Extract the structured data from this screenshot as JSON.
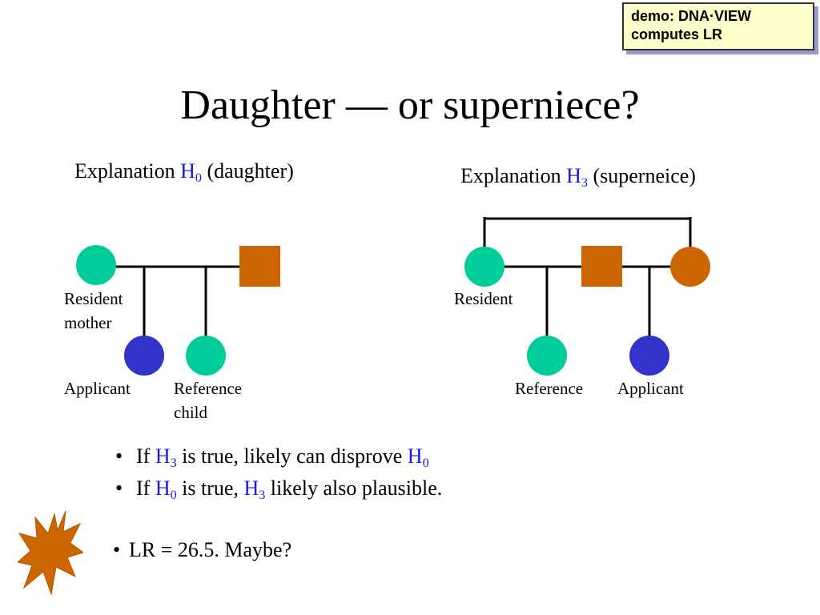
{
  "demo_note": {
    "line1": "demo: DNA·VIEW",
    "line2": "computes LR"
  },
  "title": "Daughter — or superniece?",
  "left": {
    "heading_prefix": "Explanation ",
    "heading_h": "H",
    "heading_sub": "0",
    "heading_suffix": " (daughter)",
    "labels": {
      "resident_mother_line1": "Resident",
      "resident_mother_line2": "mother",
      "applicant": "Applicant",
      "reference_line1": "Reference",
      "reference_line2": "child"
    }
  },
  "right": {
    "heading_prefix": "Explanation ",
    "heading_h": "H",
    "heading_sub": "3",
    "heading_suffix": " (superneice)",
    "labels": {
      "resident": "Resident",
      "reference": "Reference",
      "applicant": "Applicant"
    }
  },
  "bullets": [
    {
      "dot": "•",
      "t1": "If ",
      "h1": "H",
      "s1": "3",
      "t2": " is true, likely can disprove ",
      "h2": "H",
      "s2": "0",
      "t3": ""
    },
    {
      "dot": "•",
      "t1": "If ",
      "h1": "H",
      "s1": "0",
      "t2": " is true, ",
      "h2": "H",
      "s2": "3",
      "t3": " likely also plausible."
    }
  ],
  "lr_bullet": {
    "dot": "•",
    "text": "LR = 26.5.  Maybe?"
  },
  "colors": {
    "teal": "#00cc99",
    "orange": "#cc6600",
    "blue_circle": "#3333cc",
    "text_blue": "#1a1ad6"
  }
}
